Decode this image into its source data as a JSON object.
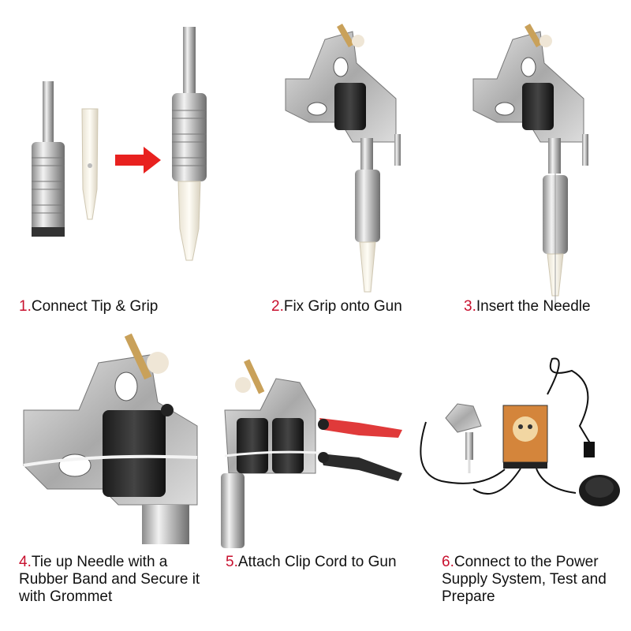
{
  "colors": {
    "step_number": "#c8102e",
    "caption_text": "#111111",
    "arrow": "#e8211f"
  },
  "steps": [
    {
      "num": "1.",
      "text": "Connect Tip & Grip"
    },
    {
      "num": "2.",
      "text": "Fix Grip onto Gun"
    },
    {
      "num": "3.",
      "text": "Insert the Needle"
    },
    {
      "num": "4.",
      "text": "Tie up Needle with a Rubber Band and Secure it with Grommet"
    },
    {
      "num": "5.",
      "text": "Attach Clip Cord to Gun"
    },
    {
      "num": "6.",
      "text": "Connect to the Power Supply System, Test and Prepare"
    }
  ],
  "illustrations": [
    "tip-and-grip-icon",
    "arrow-right-icon",
    "tattoo-gun-icon",
    "clip-cord-icon",
    "power-supply-icon",
    "foot-pedal-icon"
  ]
}
